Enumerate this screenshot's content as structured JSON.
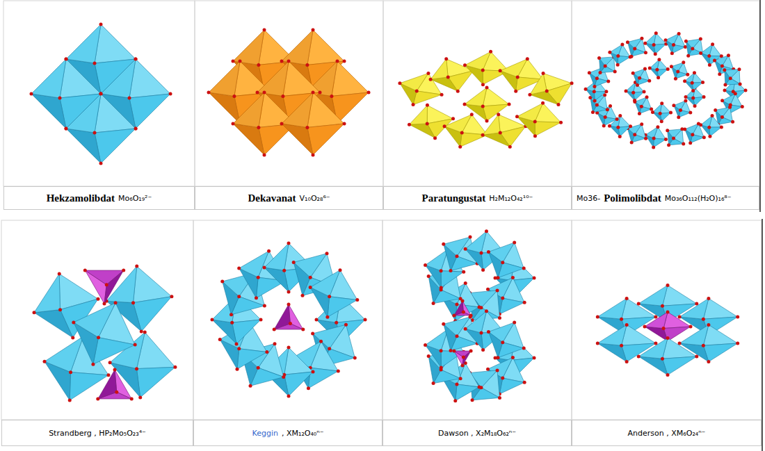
{
  "diagram": {
    "nodes": [
      {
        "text": [
          "Hekzamolibdat",
          "Mo₆O₁₉²⁻"
        ]
      },
      {
        "text": [
          "Dekavanat",
          "V₁₀O₂₈⁶⁻"
        ]
      },
      {
        "text": [
          "Paratungustat",
          "H₂M₁₂O₄₂¹⁰⁻"
        ]
      },
      {
        "text": [
          "Mo36-",
          "Polimolibdat",
          "Mo₃₆O₁₁₂(H₂O)₁₆⁸⁻"
        ]
      },
      {
        "text": [
          "Strandberg , HP₂Mo₅O₂₃⁴⁻"
        ]
      },
      {
        "text": [
          "Keggin",
          ", XM₁₂O₄₀ⁿ⁻"
        ]
      },
      {
        "text": [
          "Dawson , X₂M₁₈O₆₂ⁿ⁻"
        ]
      },
      {
        "text": [
          "Anderson , XM₆O₂₄ⁿ⁻"
        ]
      }
    ]
  }
}
